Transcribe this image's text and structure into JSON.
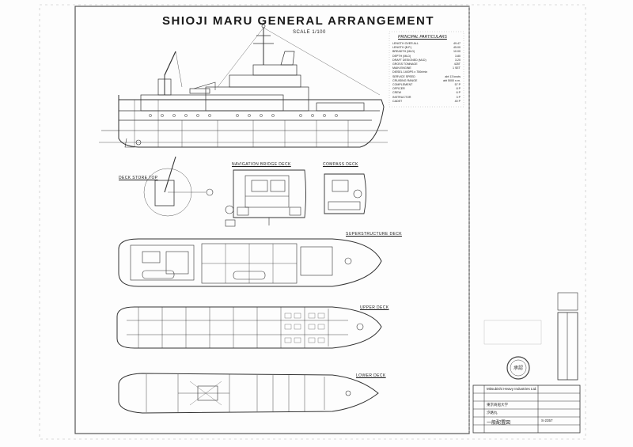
{
  "drawing": {
    "title": "SHIOJI MARU  GENERAL  ARRANGEMENT",
    "scale": "SCALE  1/100"
  },
  "views": {
    "navigation_bridge_deck": "NAVIGATION  BRIDGE  DECK",
    "compass_deck": "COMPASS  DECK",
    "deck_store_top": "DECK STORE TOP",
    "superstructure_deck": "SUPERSTRUCTURE DECK",
    "upper_deck": "UPPER DECK",
    "lower_deck": "LOWER DECK"
  },
  "principal_particulars": {
    "heading": "PRINCIPAL  PARTICULARS",
    "rows": [
      {
        "label": "LENGTH  OVER ALL",
        "value": "49.47"
      },
      {
        "label": "LENGTH  (B.P.)",
        "value": "45.00"
      },
      {
        "label": "BREADTH  (MLD)",
        "value": "10.00"
      },
      {
        "label": "DEPTH  (MLD)",
        "value": "3.80"
      },
      {
        "label": "DRAFT  DESIGNED (MLD)",
        "value": "3.20"
      },
      {
        "label": "GROSS  TONNAGE",
        "value": "425T"
      },
      {
        "label": "MAIN  ENGINE",
        "value": "1 SET"
      },
      {
        "label": "DIESEL  1400PS x 750r/min",
        "value": ""
      },
      {
        "label": "SERVICE  SPEED",
        "value": "abt 13 knots"
      },
      {
        "label": "CRUISING  RANGE",
        "value": "abt 5000 n.m."
      },
      {
        "label": "COMPLEMENT",
        "value": "57 P"
      },
      {
        "label": "OFFICER",
        "value": "8 P"
      },
      {
        "label": "CREW",
        "value": "6 P"
      },
      {
        "label": "INSTRUCTOR",
        "value": "3 P"
      },
      {
        "label": "CADET",
        "value": "40 P"
      }
    ]
  },
  "title_block": {
    "company": "Mitsubishi Heavy Industries Ltd.",
    "drawing_name": "一般配置図",
    "owner": "東京商船大学",
    "vessel": "汐路丸",
    "stamp": "承認",
    "number": "S-2357"
  }
}
